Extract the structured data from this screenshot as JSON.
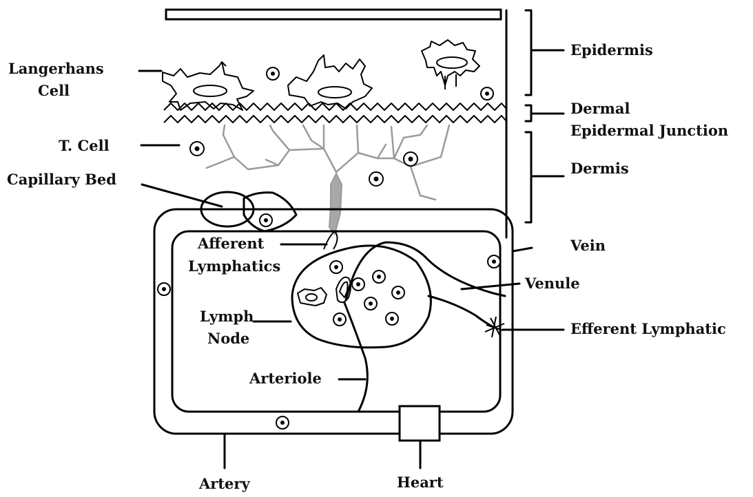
{
  "labels": {
    "epidermis": "Epidermis",
    "dermal_1": "Dermal",
    "dermal_2": "Epidermal Junction",
    "dermis": "Dermis",
    "langerhans_1": "Langerhans",
    "langerhans_2": "Cell",
    "t_cell": "T. Cell",
    "capillary_bed": "Capillary Bed",
    "afferent_1": "Afferent",
    "afferent_2": "Lymphatics",
    "vein": "Vein",
    "venule": "Venule",
    "lymph_1": "Lymph",
    "lymph_2": "Node",
    "efferent": "Efferent Lymphatic",
    "arteriole": "Arteriole",
    "artery": "Artery",
    "heart": "Heart"
  }
}
